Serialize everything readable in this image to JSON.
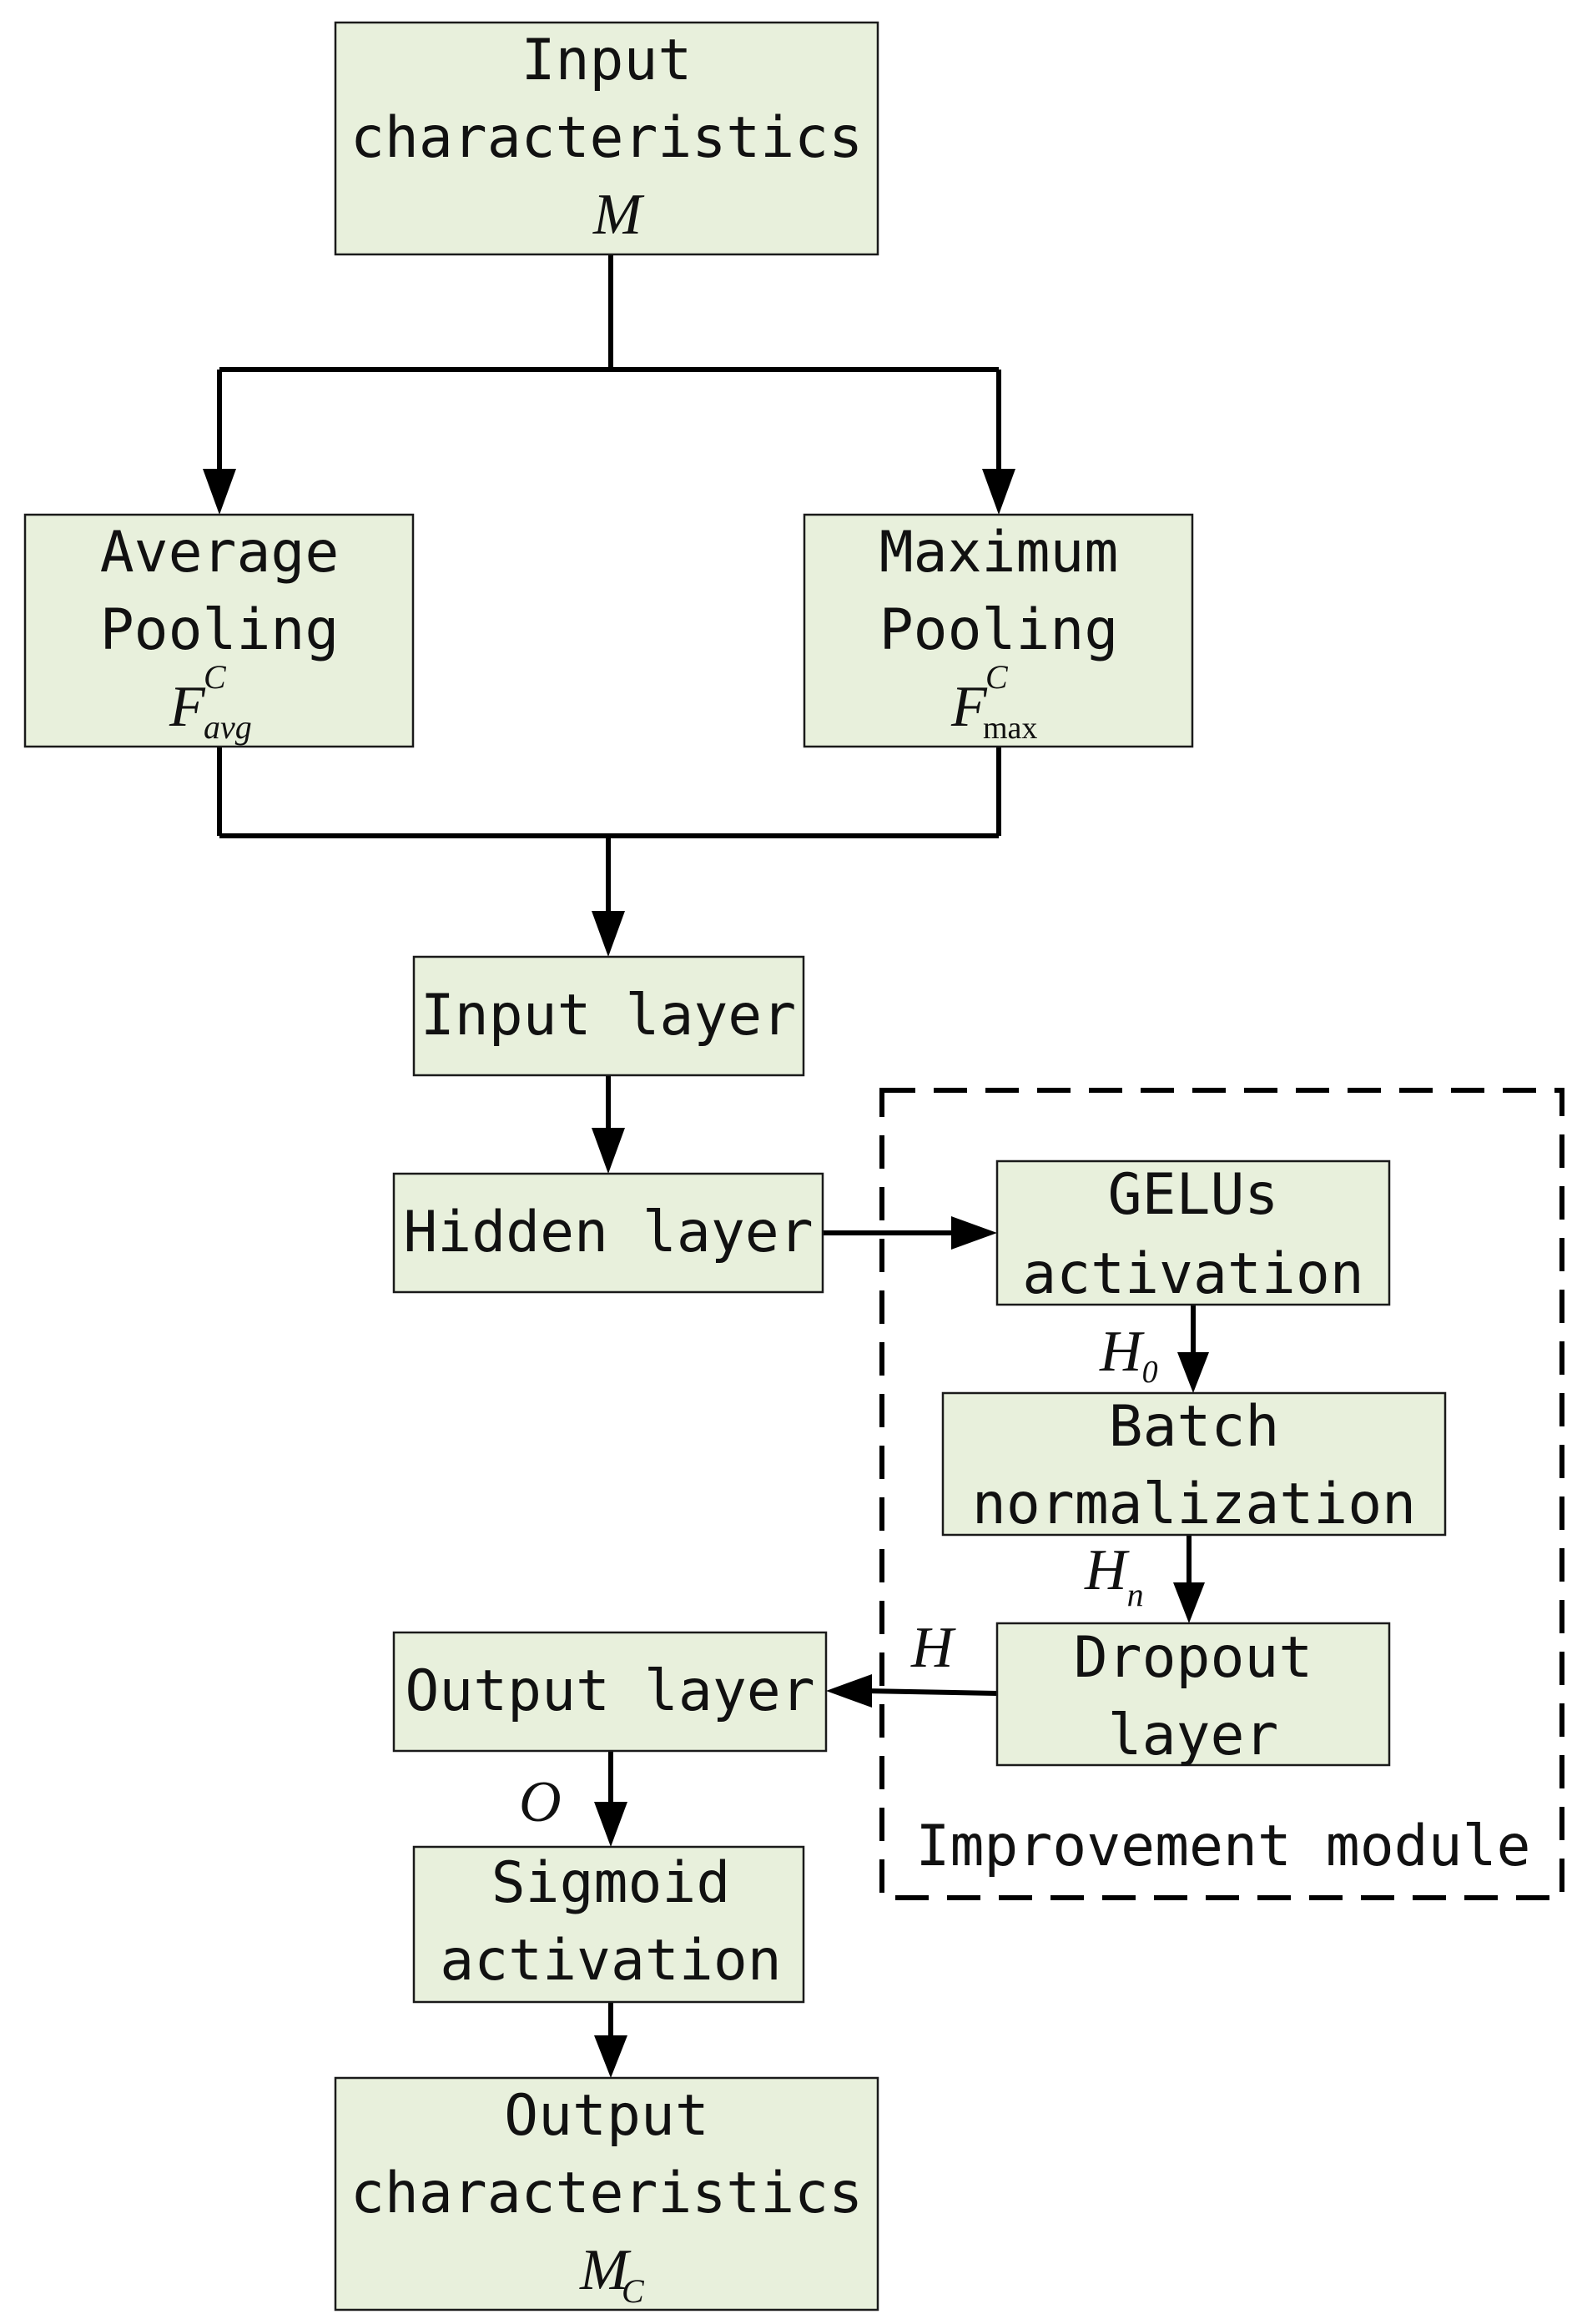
{
  "nodes": {
    "input_characteristics": {
      "line1": "Input",
      "line2": "characteristics",
      "symbol": "M"
    },
    "average_pooling": {
      "line1": "Average",
      "line2": "Pooling",
      "symbol": "F",
      "sup": "C",
      "sub": "avg"
    },
    "maximum_pooling": {
      "line1": "Maximum",
      "line2": "Pooling",
      "symbol": "F",
      "sup": "C",
      "sub": "max"
    },
    "input_layer": {
      "label": "Input layer"
    },
    "hidden_layer": {
      "label": "Hidden layer"
    },
    "gelus_activation": {
      "line1": "GELUs",
      "line2": "activation"
    },
    "batch_normalization": {
      "line1": "Batch",
      "line2": "normalization"
    },
    "dropout_layer": {
      "line1": "Dropout",
      "line2": "layer"
    },
    "output_layer": {
      "label": "Output layer"
    },
    "sigmoid_activation": {
      "line1": "Sigmoid",
      "line2": "activation"
    },
    "output_characteristics": {
      "line1": "Output",
      "line2": "characteristics",
      "symbol": "M",
      "sub": "C"
    }
  },
  "edge_labels": {
    "h0": {
      "symbol": "H",
      "sub": "0"
    },
    "hn": {
      "symbol": "H",
      "sub": "n"
    },
    "h": {
      "symbol": "H"
    },
    "o": {
      "symbol": "O"
    }
  },
  "group": {
    "label": "Improvement module"
  },
  "colors": {
    "box_fill": "#e8f0dc",
    "stroke": "#000000"
  }
}
